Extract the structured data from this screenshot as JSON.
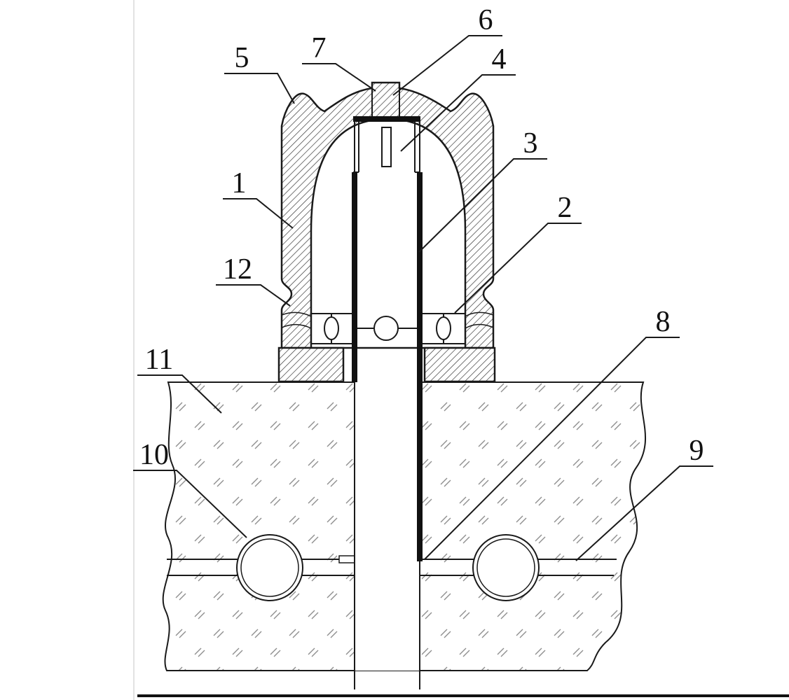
{
  "figure": {
    "description": "Patent-style cross-section engineering drawing: bell-shaped housing with central tube anchored through a hatched ground/wall section with two circular conduits",
    "background": "#ffffff",
    "line_color": "#1a1a1a",
    "wall_hatch_color": "#3a3a3a",
    "ground_hatch_color": "#8f8f8f",
    "part_labels": [
      {
        "number": "1"
      },
      {
        "number": "2"
      },
      {
        "number": "3"
      },
      {
        "number": "4"
      },
      {
        "number": "5"
      },
      {
        "number": "6"
      },
      {
        "number": "7"
      },
      {
        "number": "8"
      },
      {
        "number": "9"
      },
      {
        "number": "10"
      },
      {
        "number": "11"
      },
      {
        "number": "12"
      }
    ]
  }
}
